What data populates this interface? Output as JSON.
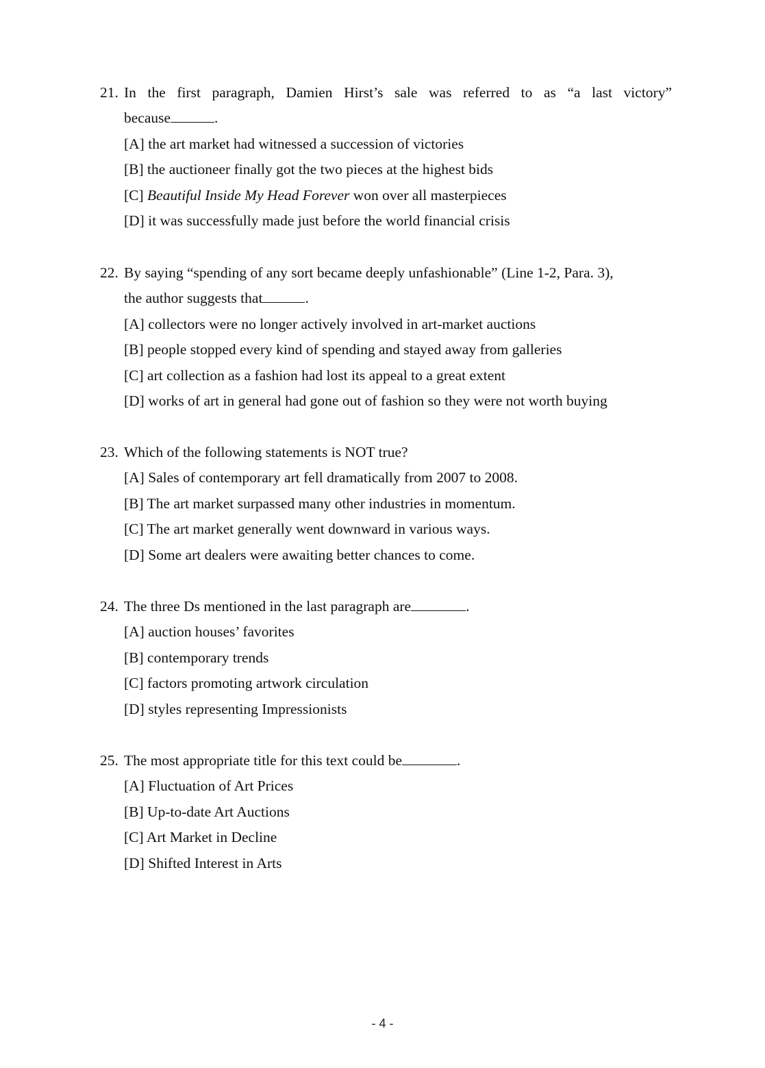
{
  "questions": [
    {
      "number": "21.",
      "stem_line1": "In the first paragraph, Damien Hirst’s sale was referred to as “a last victory”",
      "stem_line2": "because",
      "stem_end": ".",
      "options": [
        {
          "label": "[A]",
          "text": "the art market had witnessed a succession of victories"
        },
        {
          "label": "[B]",
          "text": "the auctioneer finally got the two pieces at the highest bids"
        },
        {
          "label": "[C]",
          "italic": "Beautiful Inside My Head Forever",
          "text": " won over all masterpieces"
        },
        {
          "label": "[D]",
          "text": "it was successfully made just before the world financial crisis"
        }
      ]
    },
    {
      "number": "22.",
      "stem_line1": "By saying “spending of any sort became deeply unfashionable” (Line 1-2, Para. 3),",
      "stem_line2": "the author suggests that",
      "stem_end": ".",
      "options": [
        {
          "label": "[A]",
          "text": "collectors were no longer actively involved in art-market auctions"
        },
        {
          "label": "[B]",
          "text": "people stopped every kind of spending and stayed away from galleries"
        },
        {
          "label": "[C]",
          "text": "art collection as a fashion had lost its appeal to a great extent"
        },
        {
          "label": "[D]",
          "text": "works of art in general had gone out of fashion so they were not worth buying"
        }
      ]
    },
    {
      "number": "23.",
      "stem_line1": "Which of the following statements is NOT true?",
      "options": [
        {
          "label": "[A]",
          "text": "Sales of contemporary art fell dramatically from 2007 to 2008."
        },
        {
          "label": "[B]",
          "text": "The art market surpassed many other industries in momentum."
        },
        {
          "label": "[C]",
          "text": "The art market generally went downward in various ways."
        },
        {
          "label": "[D]",
          "text": "Some art dealers were awaiting better chances to come."
        }
      ]
    },
    {
      "number": "24.",
      "stem_line1": "The three Ds mentioned in the last paragraph are",
      "stem_end": ".",
      "options": [
        {
          "label": "[A]",
          "text": "auction houses’ favorites"
        },
        {
          "label": "[B]",
          "text": "contemporary trends"
        },
        {
          "label": "[C]",
          "text": "factors promoting artwork circulation"
        },
        {
          "label": "[D]",
          "text": "styles representing Impressionists"
        }
      ]
    },
    {
      "number": "25.",
      "stem_line1": "The most appropriate title for this text could be",
      "stem_end": ".",
      "options": [
        {
          "label": "[A]",
          "text": "Fluctuation of Art Prices"
        },
        {
          "label": "[B]",
          "text": "Up-to-date Art Auctions"
        },
        {
          "label": "[C]",
          "text": "Art Market in Decline"
        },
        {
          "label": "[D]",
          "text": "Shifted Interest in Arts"
        }
      ]
    }
  ],
  "footer": {
    "page_number": "- 4 -"
  }
}
